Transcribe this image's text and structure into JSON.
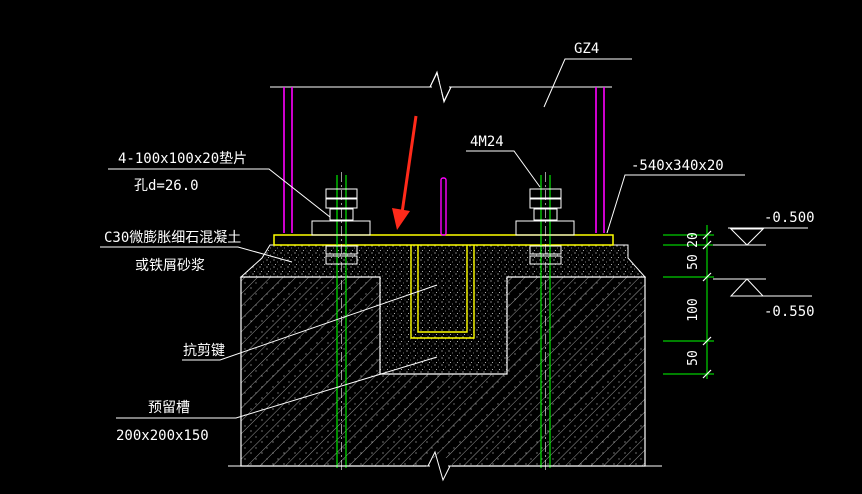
{
  "drawing": {
    "labels": {
      "column": "GZ4",
      "washer_line1": "4-100x100x20垫片",
      "washer_line2": "孔d=26.0",
      "bolts": "4M24",
      "base_plate": "-540x340x20",
      "grout_line1": "C30微膨胀细石混凝土",
      "grout_line2": "或铁屑砂浆",
      "shear_key": "抗剪键",
      "slot_line1": "预留槽",
      "slot_line2": "200x200x150"
    },
    "dimensions": [
      "20",
      "50",
      "100",
      "50"
    ],
    "elevations": [
      "-0.500",
      "-0.550"
    ]
  },
  "colors": {
    "background": "#000000",
    "outline": "#ffffff",
    "label": "#ffffff",
    "column": "#ff00ff",
    "plate": "#ffff00",
    "bolt": "#00ff00",
    "dimension": "#00ff00",
    "pointer": "#ff2a1a"
  }
}
